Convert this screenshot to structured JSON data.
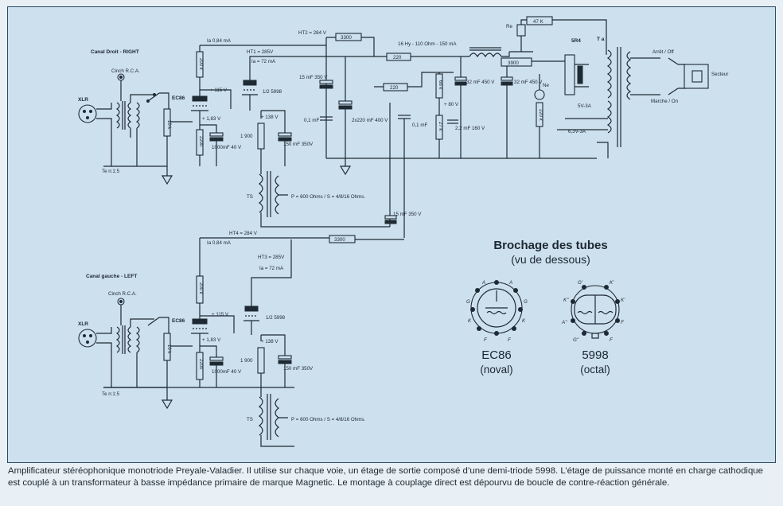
{
  "labels": {
    "canal_droit": "Canal Droit - RIGHT",
    "canal_gauche": "Canal gauche - LEFT",
    "cinch": "Cinch R.C.A.",
    "xlr": "XLR",
    "ec86": "EC86",
    "half_5998": "1/2 5998",
    "te_ratio": "Te n:1:5",
    "ts": "TS",
    "ts_imp": "P = 600 Ohms / S = 4/8/16 Ohms.",
    "ts_imp2": "P = 600 Ohms / S = 4/8/16 Ohms.",
    "ia084": "Ia 0,84 mA",
    "ia72": "Ia = 72 mA",
    "ht1": "HT1 = 285V",
    "ht2": "HT2 = 284 V",
    "ht3": "HT3 = 285V",
    "ht4": "HT4 = 284 V",
    "v115": "+ 115 V",
    "v183": "+ 1,83 V",
    "v138": "+ 138 V",
    "v80": "+ 80 V",
    "r200k": "200 k",
    "r10k": "10 k",
    "r2200": "2200",
    "r1900": "1 900",
    "r3300": "3300",
    "r220": "220",
    "r68k": "68 k",
    "r27k": "27 k",
    "r3900": "3900",
    "r47k": "47 K",
    "r220k": "220 k",
    "c1000": "1000mF 40 V",
    "c150": "150 mF 350V",
    "c15": "15 mF 350 V",
    "c01": "0,1 mF",
    "c2x220": "2x220 mF 400 V",
    "c32": "32 mF 450 V",
    "c22": "2,2 mF 160 V",
    "choke": "16 Hy - 110 Ohm - 150 mA",
    "re": "Re",
    "ne": "Ne",
    "sr4": "5R4",
    "ta": "T a",
    "v5": "5V-3A",
    "v63": "6,3V-3A",
    "arret": "Arrêt / Off",
    "marche": "Marche / On",
    "secteur": "Secteur"
  },
  "pinout": {
    "title": "Brochage des tubes",
    "subtitle": "(vu de dessous)",
    "tube1_name": "EC86",
    "tube1_base": "(noval)",
    "tube2_name": "5998",
    "tube2_base": "(octal)",
    "pins1": [
      "A",
      "A",
      "G",
      "G",
      "K",
      "K",
      "F",
      "F"
    ],
    "pins2": [
      "G'",
      "K'",
      "K''",
      "K'",
      "A''",
      "F",
      "G''",
      "F"
    ]
  },
  "caption": "Amplificateur stéréophonique monotriode Preyale-Valadier. Il utilise sur chaque voie, un étage de sortie composé d’une demi-triode 5998. L’étage de puissance monté en charge cathodique est couplé à un transformateur à basse impédance primaire de marque Magnetic. Le montage à couplage direct est dépourvu de boucle de contre-réaction générale."
}
